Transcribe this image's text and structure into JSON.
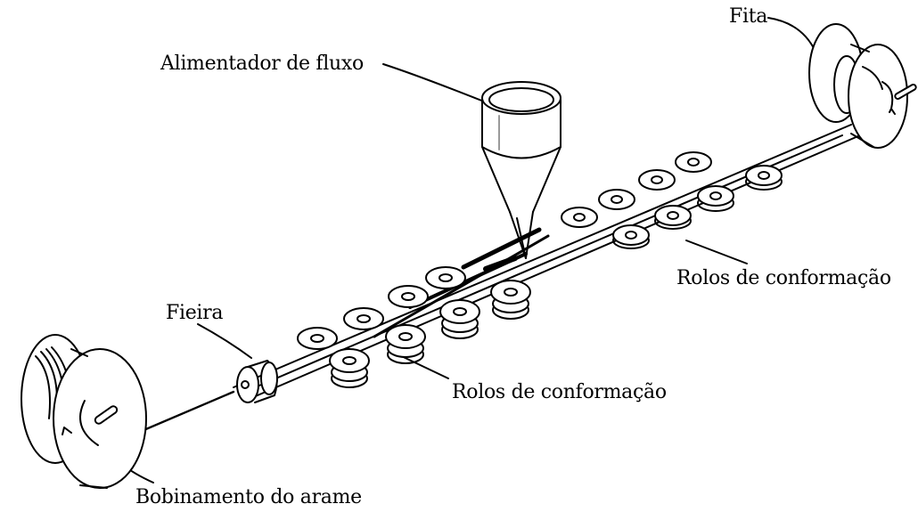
{
  "labels": {
    "fita": "Fita",
    "alimentador": "Alimentador de fluxo",
    "rolos_superior": "Rolos de conformação",
    "fieira": "Fieira",
    "rolos_inferior": "Rolos de conformação",
    "bobinamento": "Bobinamento do arame"
  },
  "colors": {
    "ink": "#000000",
    "paper": "#ffffff",
    "shade": "#9a9a9a"
  }
}
